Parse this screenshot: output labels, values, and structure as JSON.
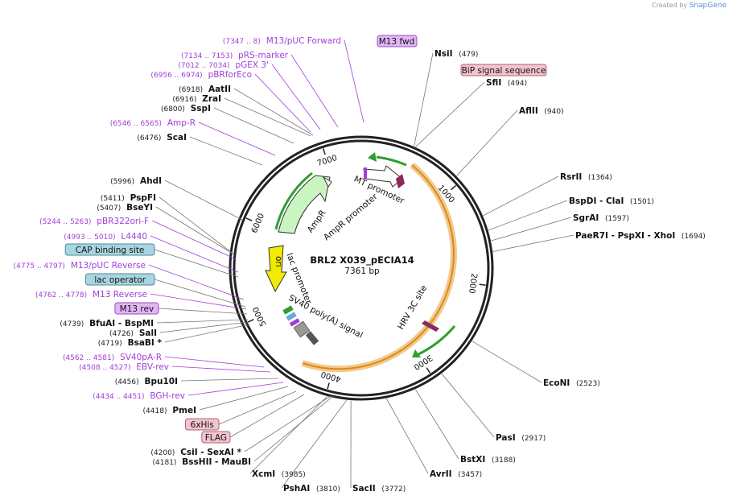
{
  "header": {
    "created_by": "Created by",
    "brand": "SnapGene"
  },
  "plasmid": {
    "name": "BRL2 X039_pECIA14",
    "size_label": "7361 bp",
    "length": 7361
  },
  "colors": {
    "primer": "#a13fd6",
    "backbone": "#222222",
    "orange": "#e8a33c",
    "green": "#2f9e2f",
    "yellow": "#f2ea00"
  },
  "ticks": [
    "1000",
    "2000",
    "3000",
    "4000",
    "5000",
    "6000",
    "7000"
  ],
  "enzymes_right": [
    {
      "name": "NsiI",
      "pos": "(479)"
    },
    {
      "name": "SfiI",
      "pos": "(494)"
    },
    {
      "name": "AflII",
      "pos": "(940)"
    },
    {
      "name": "RsrII",
      "pos": "(1364)"
    },
    {
      "name": "BspDI  -  ClaI",
      "pos": "(1501)"
    },
    {
      "name": "SgrAI",
      "pos": "(1597)"
    },
    {
      "name": "PaeR7I   -  PspXI   -  XhoI",
      "pos": "(1694)"
    },
    {
      "name": "EcoNI",
      "pos": "(2523)"
    },
    {
      "name": "PasI",
      "pos": "(2917)"
    },
    {
      "name": "BstXI",
      "pos": "(3188)"
    },
    {
      "name": "AvrII",
      "pos": "(3457)"
    },
    {
      "name": "SacII",
      "pos": "(3772)"
    },
    {
      "name": "PshAI",
      "pos": "(3810)"
    },
    {
      "name": "XcmI",
      "pos": "(3985)"
    }
  ],
  "labels_left": [
    {
      "kind": "primer",
      "pos": "(7347 .. 8)",
      "name": "M13/pUC Forward"
    },
    {
      "kind": "primer",
      "pos": "(7134 .. 7153)",
      "name": "pRS-marker"
    },
    {
      "kind": "primer",
      "pos": "(7012 .. 7034)",
      "name": "pGEX 3'"
    },
    {
      "kind": "primer",
      "pos": "(6956 .. 6974)",
      "name": "pBRforEco"
    },
    {
      "kind": "enzyme",
      "pos": "(6918)",
      "name": "AatII"
    },
    {
      "kind": "enzyme",
      "pos": "(6916)",
      "name": "ZraI"
    },
    {
      "kind": "enzyme",
      "pos": "(6800)",
      "name": "SspI"
    },
    {
      "kind": "primer",
      "pos": "(6546 .. 6565)",
      "name": "Amp-R"
    },
    {
      "kind": "enzyme",
      "pos": "(6476)",
      "name": "ScaI"
    },
    {
      "kind": "enzyme",
      "pos": "(5996)",
      "name": "AhdI"
    },
    {
      "kind": "enzyme",
      "pos": "(5411)",
      "name": "PspFI"
    },
    {
      "kind": "enzyme",
      "pos": "(5407)",
      "name": "BseYI"
    },
    {
      "kind": "primer",
      "pos": "(5244 .. 5263)",
      "name": "pBR322ori-F"
    },
    {
      "kind": "primer",
      "pos": "(4993 .. 5010)",
      "name": "L4440"
    },
    {
      "kind": "feature",
      "pos": "",
      "name": "CAP binding site"
    },
    {
      "kind": "primer",
      "pos": "(4775 .. 4797)",
      "name": "M13/pUC Reverse"
    },
    {
      "kind": "feature",
      "pos": "",
      "name": "lac operator"
    },
    {
      "kind": "primer",
      "pos": "(4762 .. 4778)",
      "name": "M13 Reverse"
    },
    {
      "kind": "feature",
      "pos": "",
      "name": "M13 rev"
    },
    {
      "kind": "enzyme",
      "pos": "(4739)",
      "name": "BfuAI   -  BspMI"
    },
    {
      "kind": "enzyme",
      "pos": "(4726)",
      "name": "SalI"
    },
    {
      "kind": "enzyme",
      "pos": "(4719)",
      "name": "BsaBI  *"
    },
    {
      "kind": "primer",
      "pos": "(4562 .. 4581)",
      "name": "SV40pA-R"
    },
    {
      "kind": "primer",
      "pos": "(4508 .. 4527)",
      "name": "EBV-rev"
    },
    {
      "kind": "enzyme",
      "pos": "(4456)",
      "name": "Bpu10I"
    },
    {
      "kind": "primer",
      "pos": "(4434 .. 4451)",
      "name": "BGH-rev"
    },
    {
      "kind": "enzyme",
      "pos": "(4418)",
      "name": "PmeI"
    },
    {
      "kind": "feature",
      "pos": "",
      "name": "6xHis"
    },
    {
      "kind": "feature",
      "pos": "",
      "name": "FLAG"
    },
    {
      "kind": "enzyme",
      "pos": "(4200)",
      "name": "CsiI   -  SexAI  *"
    },
    {
      "kind": "enzyme",
      "pos": "(4181)",
      "name": "BssHII   -  MauBI"
    }
  ],
  "top_features": [
    {
      "name": "M13 fwd"
    },
    {
      "name": "BiP signal sequence"
    }
  ],
  "inner_features": {
    "mt_promoter": "MT promoter",
    "ampr_promoter": "AmpR promoter",
    "ampr": "AmpR",
    "ori": "ori",
    "lac_promoter": "lac promoter",
    "sv40": "SV40 poly(A) signal",
    "hrv": "HRV 3C site"
  }
}
